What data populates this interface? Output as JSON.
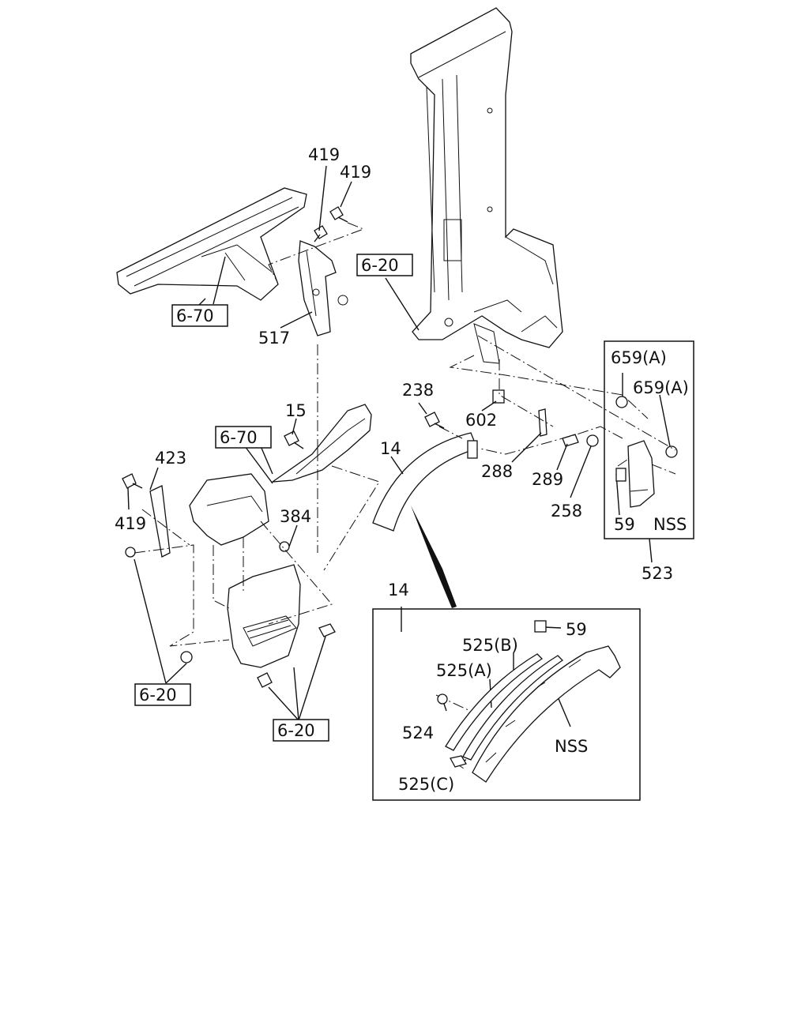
{
  "callouts": {
    "c419a": "419",
    "c419b": "419",
    "c419c": "419",
    "c517": "517",
    "c15": "15",
    "c423": "423",
    "c384": "384",
    "c238": "238",
    "c602": "602",
    "c14a": "14",
    "c14b": "14",
    "c288": "288",
    "c289": "289",
    "c258": "258",
    "c659a": "659(A)",
    "c659b": "659(A)",
    "c59a": "59",
    "cNSSa": "NSS",
    "c523": "523",
    "c59b": "59",
    "c525b": "525(B)",
    "c525a": "525(A)",
    "c524": "524",
    "cNSSb": "NSS",
    "c525c": "525(C)"
  },
  "references": {
    "r620a": "6-20",
    "r670a": "6-70",
    "r670b": "6-70",
    "r620b": "6-20",
    "r620c": "6-20"
  }
}
